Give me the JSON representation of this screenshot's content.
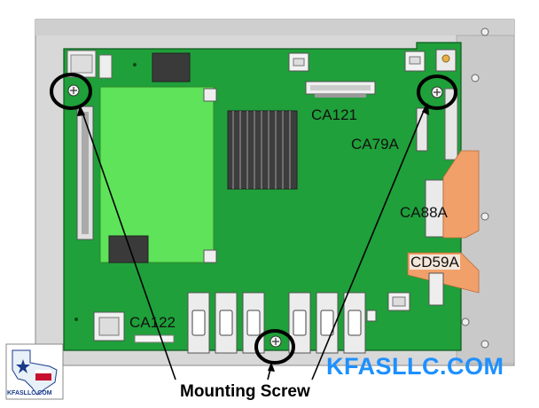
{
  "connectors": {
    "ca121": "CA121",
    "ca79a": "CA79A",
    "ca88a": "CA88A",
    "cd59a": "CD59A",
    "ca122": "CA122"
  },
  "caption": "Mounting Screw",
  "watermark": "KFASLLC.COM",
  "logo_text": "KFASLLC.COM",
  "colors": {
    "pcb": "#1fa03a",
    "daughter_board": "#5ee35a",
    "callout": "#000000",
    "watermark": "#1e90ff",
    "chassis": "#d9d9d9"
  }
}
